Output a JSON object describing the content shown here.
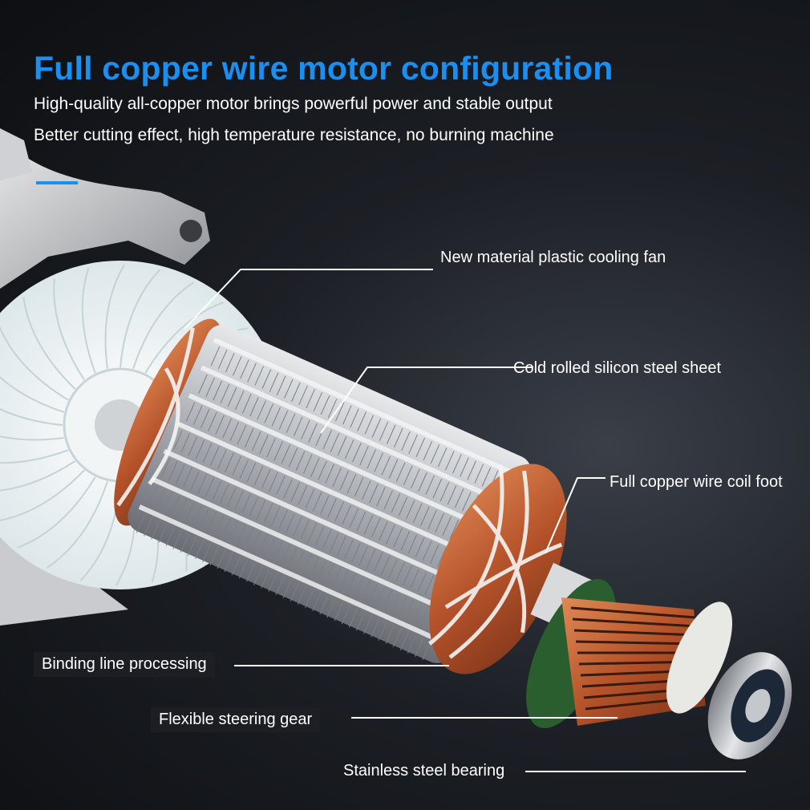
{
  "header": {
    "title": "Full copper wire motor configuration",
    "subtitle_line1": "High-quality all-copper motor brings powerful power and stable output",
    "subtitle_line2": "Better cutting effect, high temperature resistance, no burning machine"
  },
  "callouts": {
    "cooling_fan": "New material plastic cooling fan",
    "silicon_steel": "Cold rolled silicon steel sheet",
    "coil_foot": "Full copper wire coil foot",
    "binding_line": "Binding line processing",
    "steering_gear": "Flexible steering gear",
    "bearing": "Stainless steel bearing"
  },
  "colors": {
    "accent": "#1a8ff0",
    "copper": "#c8663a",
    "steel": "#b8bcc2"
  }
}
